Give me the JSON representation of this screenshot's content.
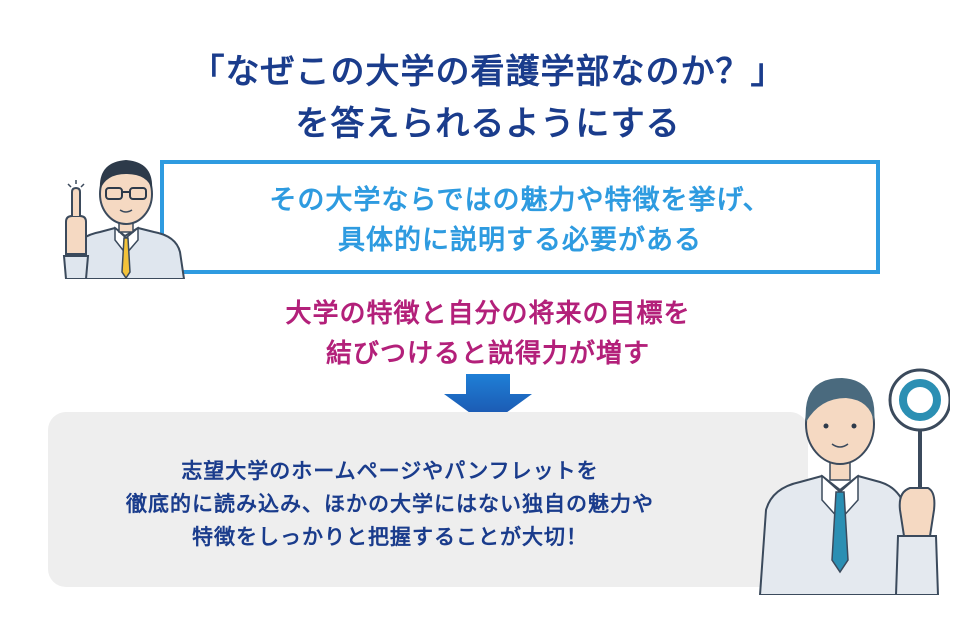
{
  "title": {
    "line1": "「なぜこの大学の看護学部なのか？」",
    "line2": "を答えられるようにする"
  },
  "box": {
    "line1": "その大学ならではの魅力や特徴を挙げ、",
    "line2": "具体的に説明する必要がある"
  },
  "emphasis": {
    "line1": "大学の特徴と自分の将来の目標を",
    "line2": "結びつけると説得力が増す"
  },
  "panel": {
    "line1": "志望大学のホームページやパンフレットを",
    "line2": "徹底的に読み込み、ほかの大学にはない独自の魅力や",
    "line3": "特徴をしっかりと把握することが大切！"
  },
  "colors": {
    "title": "#1a3c8c",
    "box_accent": "#2e9be0",
    "emphasis": "#b3207a",
    "panel_bg": "#eeeeee"
  },
  "icons": [
    "man-pointing-finger-icon",
    "man-holding-circle-sign-icon",
    "down-arrow-icon"
  ]
}
